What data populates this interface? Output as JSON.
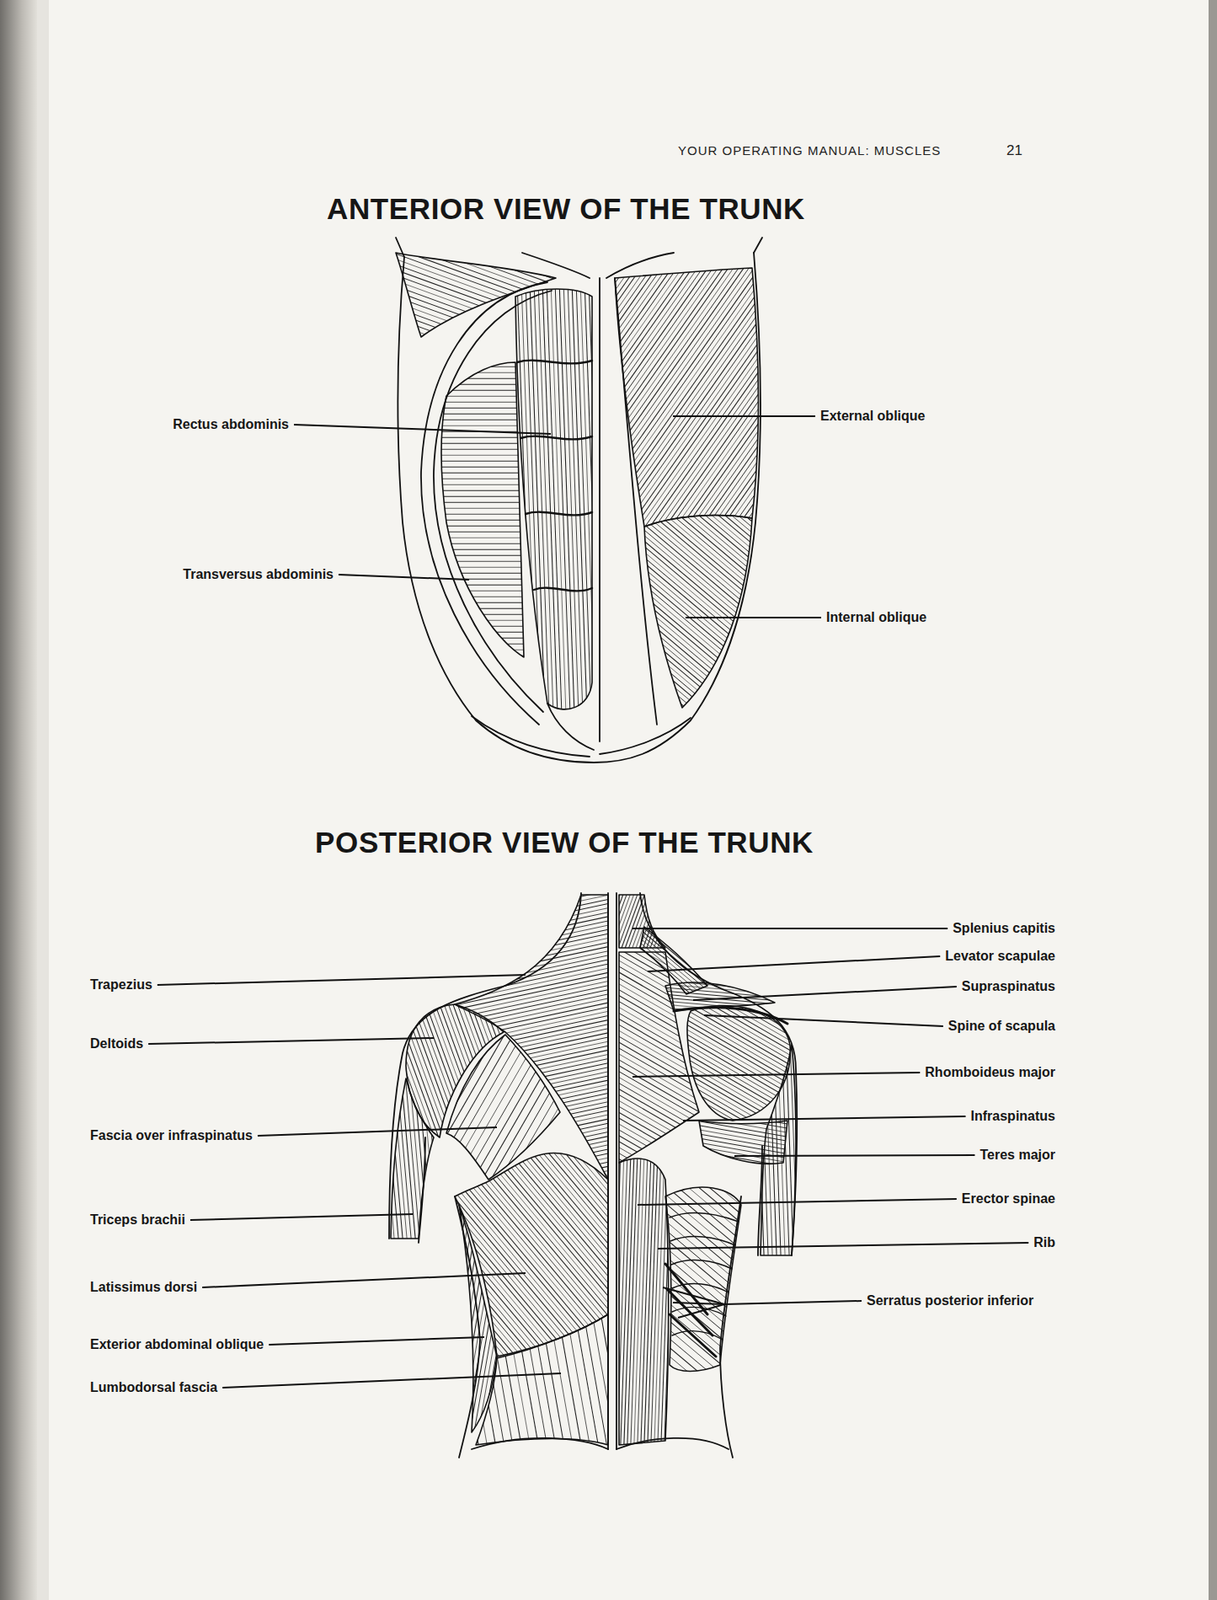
{
  "diagram": {
    "title": "ANTERIOR VIEW OF THE TRUNK",
    "labels": [
      "YOUR OPERATING MANUAL: MUSCLES",
      "21",
      "Rectus abdominis",
      "External oblique",
      "Transversus abdominis",
      "Internal oblique",
      "POSTERIOR VIEW OF THE TRUNK",
      "Splenius capitis",
      "Levator scapulae",
      "Trapezius",
      "Supraspinatus",
      "Deltoids",
      "Spine of scapula",
      "Rhomboideus major",
      "Fascia over infraspinatus",
      "Infraspinatus",
      "Teres major",
      "Erector spinae",
      "Triceps brachii",
      "Rib",
      "Latissimus dorsi",
      "Serratus posterior inferior",
      "Exterior abdominal oblique",
      "Lumbodorsal fascia"
    ]
  }
}
